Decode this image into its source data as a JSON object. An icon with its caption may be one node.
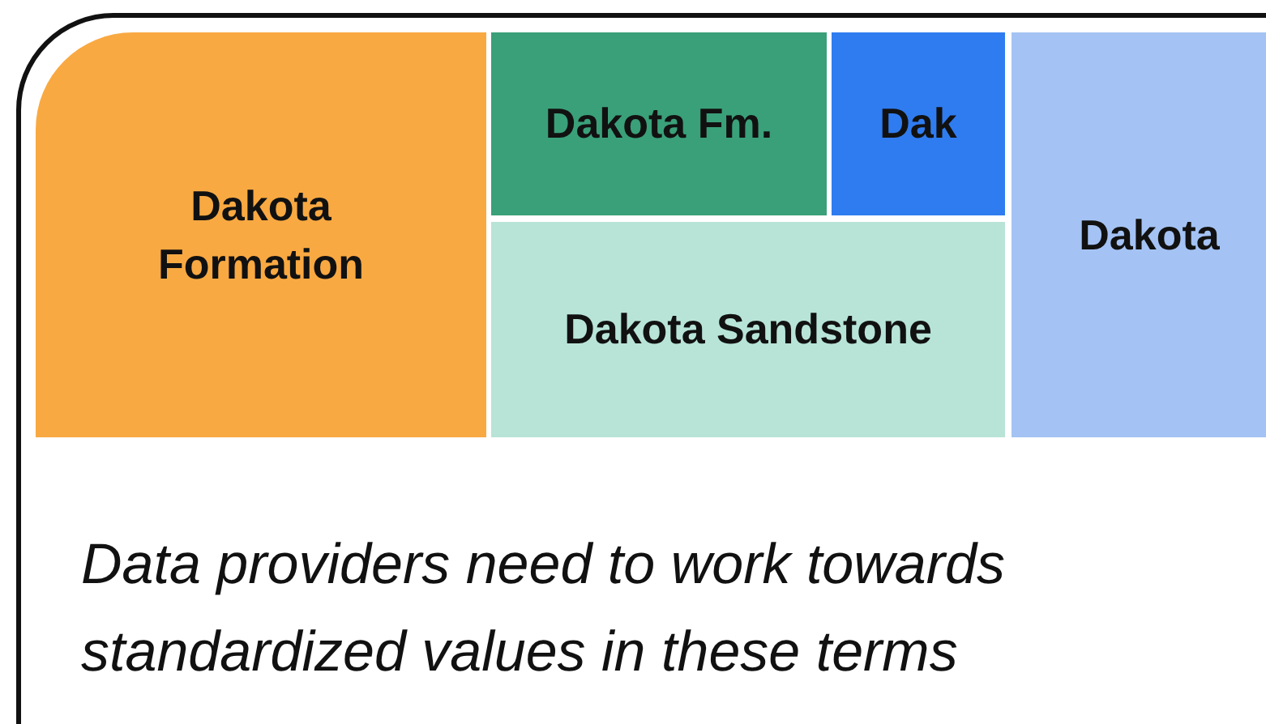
{
  "diagram": {
    "nodes": [
      {
        "text": [
          "Dakota Formation"
        ]
      },
      {
        "text": [
          "Dakota Fm."
        ]
      },
      {
        "text": [
          "Dak"
        ]
      },
      {
        "text": [
          "Dakota Sandstone"
        ]
      },
      {
        "text": [
          "Dakota"
        ]
      }
    ],
    "labels": [
      "Data providers need to work towards standardized values in these terms"
    ]
  }
}
